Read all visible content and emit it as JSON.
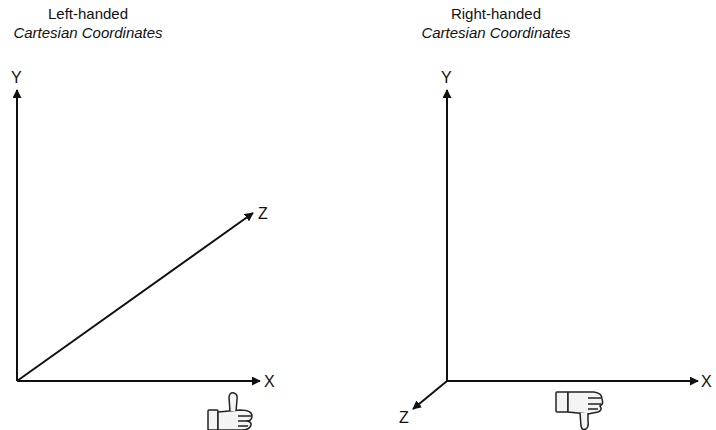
{
  "diagram": {
    "labels": [
      "Left-handed",
      "Cartesian Coordinates",
      "Right-handed",
      "Cartesian Coordinates",
      "Y",
      "Z",
      "X",
      "Y",
      "X",
      "Z"
    ]
  }
}
